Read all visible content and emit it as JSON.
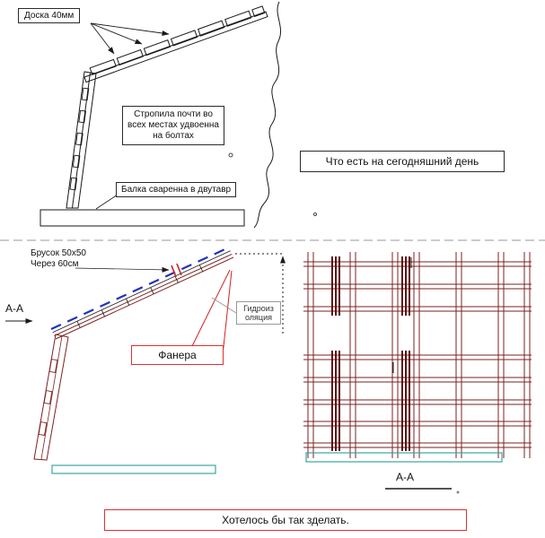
{
  "colors": {
    "ink": "#1a1a1a",
    "maroon": "#7b2222",
    "maroon_dark": "#5e0f0f",
    "blue": "#2233bb",
    "teal": "#3aa6a0",
    "red": "#d02020",
    "grey": "#999999"
  },
  "top_section": {
    "board_label": "Доска 40мм",
    "rafter_note": "Стропила почти во  всех местах удвоенна на болтах",
    "beam_note": "Балка сваренна в двутавр",
    "status_note": "Что есть на сегодняшний день"
  },
  "bottom_section": {
    "batten_note_line1": "Брусок 50x50",
    "batten_note_line2": "Через 60см",
    "section_arrow_label": "А-А",
    "waterproofing_line1": "Гидроиз",
    "waterproofing_line2": "оляция",
    "plywood_label": "Фанера",
    "section_view_label": "А-А",
    "wish_note": "Хотелось бы так зделать."
  }
}
